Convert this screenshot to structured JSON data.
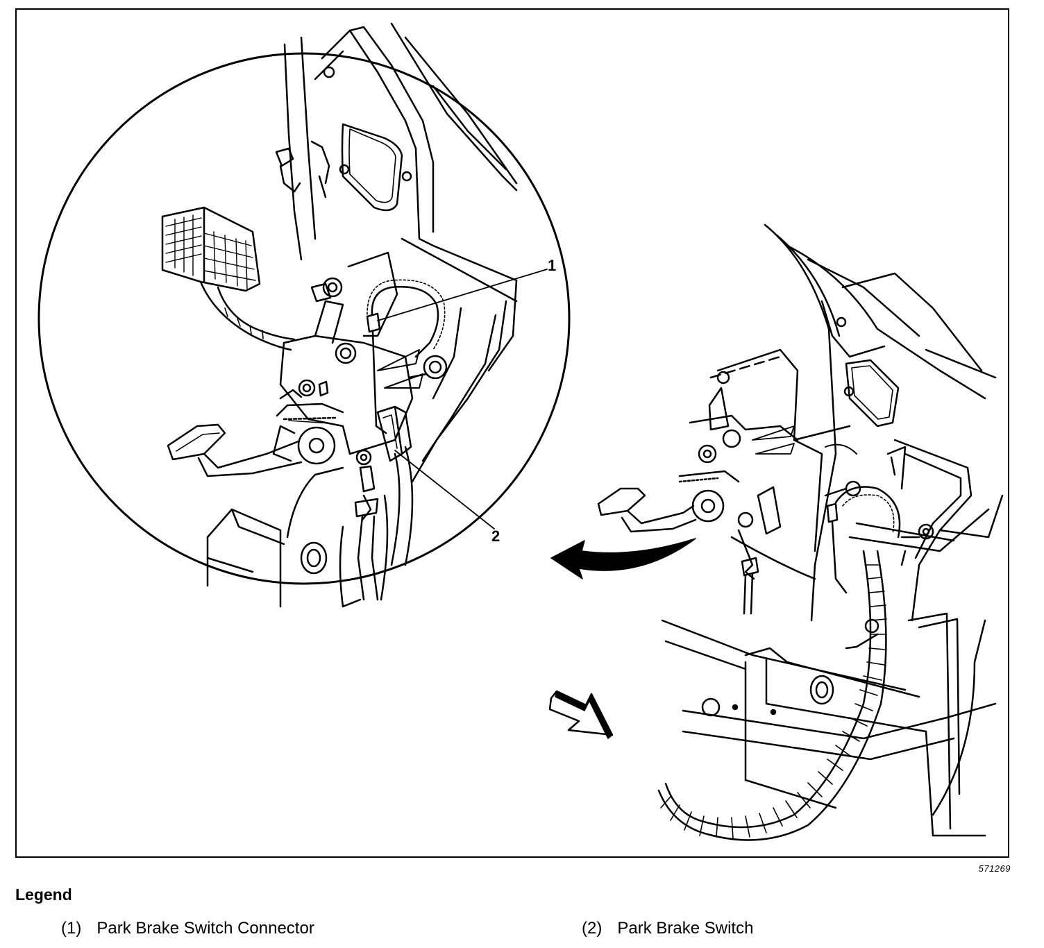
{
  "figure": {
    "number": "571269",
    "callouts": [
      {
        "id": "1",
        "label": "1"
      },
      {
        "id": "2",
        "label": "2"
      }
    ]
  },
  "legend": {
    "title": "Legend",
    "items": [
      {
        "number": "(1)",
        "text": "Park Brake Switch Connector"
      },
      {
        "number": "(2)",
        "text": "Park Brake Switch"
      }
    ]
  }
}
